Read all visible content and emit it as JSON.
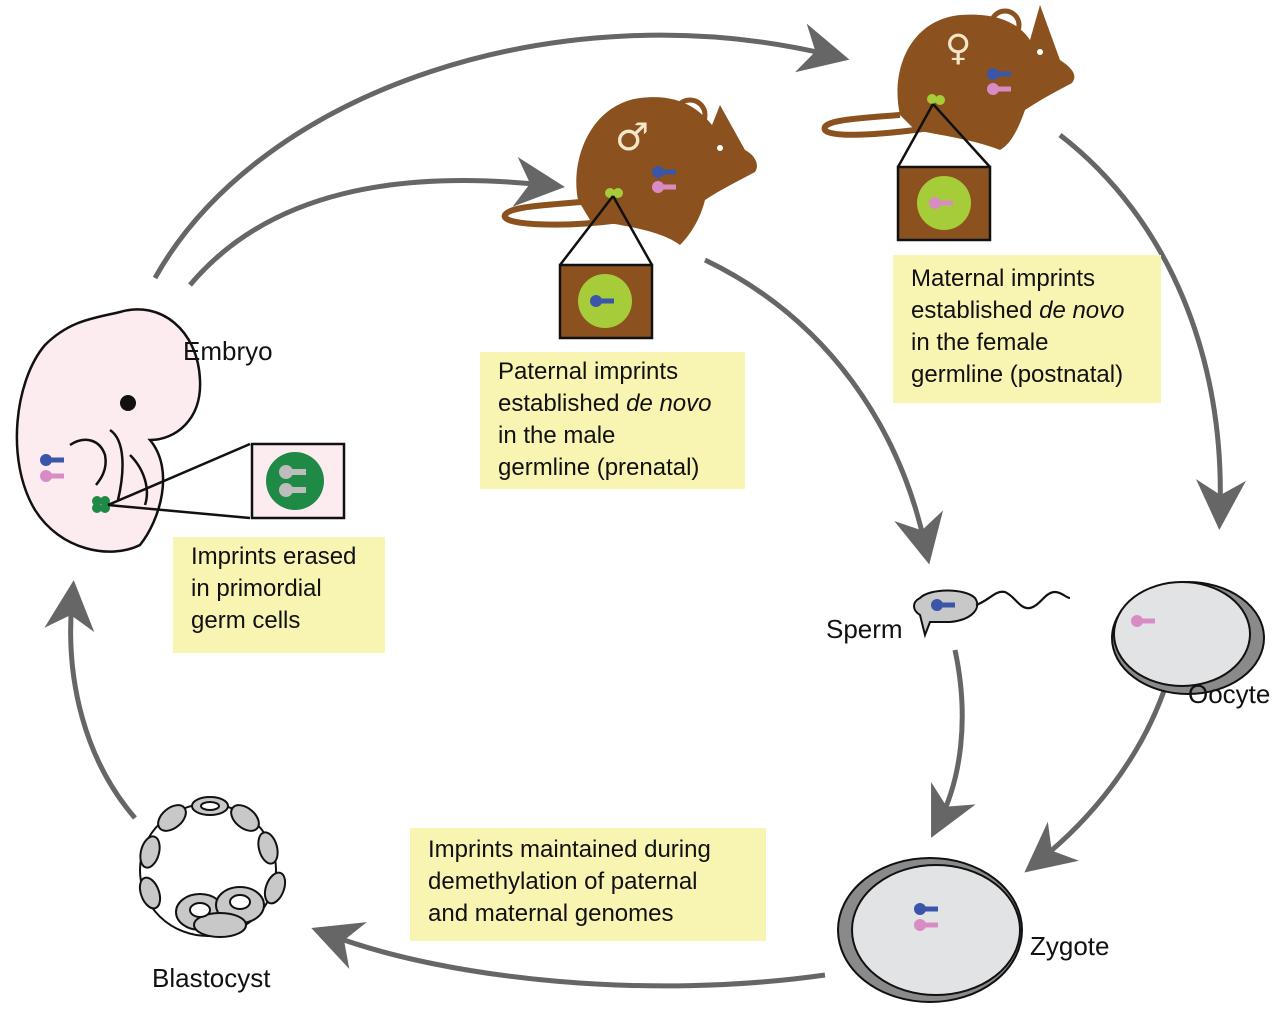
{
  "title": "Genomic imprinting life cycle",
  "colors": {
    "arrow": "#666666",
    "note_background": "#f8f4b2",
    "mouse": "#8b5220",
    "paternal_allele": "#3b55a8",
    "maternal_allele": "#d98cc4",
    "erased_allele": "#bdbdbd",
    "pgc_green": "#1e8a45",
    "germ_cell_green": "#a6cc3a",
    "cell_fill": "#e2e3e5",
    "embryo_fill": "#fcecef"
  },
  "stages": {
    "embryo": "Embryo",
    "sperm": "Sperm",
    "oocyte": "Oocyte",
    "zygote": "Zygote",
    "blastocyst": "Blastocyst"
  },
  "symbols": {
    "male": "♂",
    "female": "♀"
  },
  "notes": {
    "erased": {
      "lines": [
        "Imprints erased",
        "in primordial",
        "germ cells"
      ]
    },
    "paternal": {
      "lines": [
        {
          "text": "Paternal imprints",
          "italic": ""
        },
        {
          "text": "established ",
          "italic": "de novo"
        },
        {
          "text": "in the male",
          "italic": ""
        },
        {
          "text": "germline (prenatal)",
          "italic": ""
        }
      ]
    },
    "maternal": {
      "lines": [
        {
          "text": "Maternal imprints",
          "italic": ""
        },
        {
          "text": "established ",
          "italic": "de novo"
        },
        {
          "text": "in the female",
          "italic": ""
        },
        {
          "text": "germline (postnatal)",
          "italic": ""
        }
      ]
    },
    "maintained": {
      "lines": [
        "Imprints maintained during",
        "demethylation of paternal",
        "and maternal genomes"
      ]
    }
  }
}
